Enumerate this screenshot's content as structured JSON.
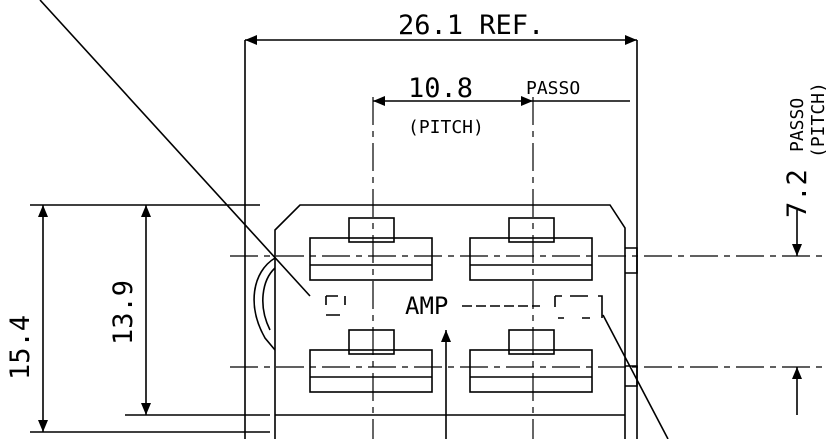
{
  "drawing": {
    "ref_dimension": "26.1 REF.",
    "pitch_h_value": "10.8",
    "pitch_h_label": "PASSO",
    "pitch_h_sub": "(PITCH)",
    "pitch_v_value": "7.2",
    "pitch_v_label": "PASSO",
    "pitch_v_sub": "(PITCH)",
    "height_outer": "15.4",
    "height_inner": "13.9",
    "brand_label": "AMP"
  }
}
